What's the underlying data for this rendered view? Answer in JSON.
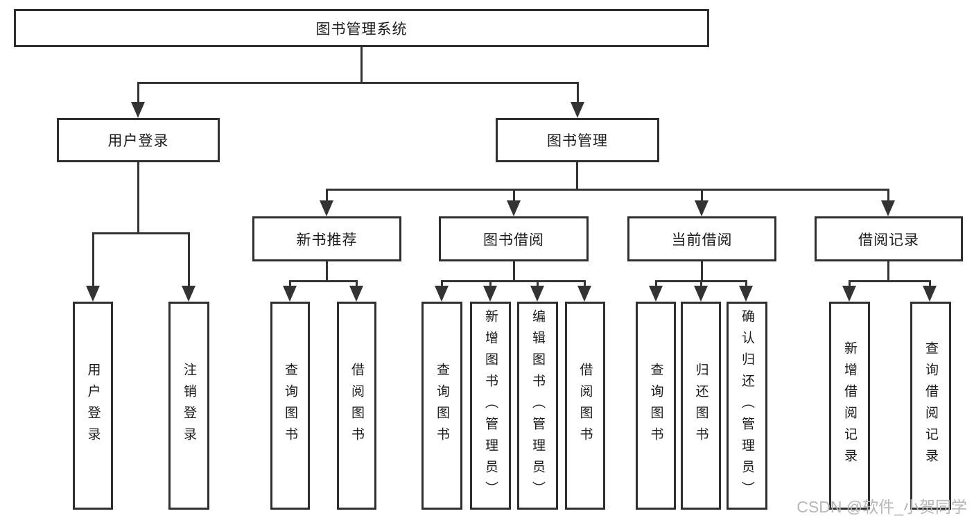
{
  "tree": {
    "label": "图书管理系统",
    "children": [
      {
        "label": "用户登录",
        "children": [
          {
            "label": "用户登录"
          },
          {
            "label": "注销登录"
          }
        ]
      },
      {
        "label": "图书管理",
        "children": [
          {
            "label": "新书推荐",
            "children": [
              {
                "label": "查询图书"
              },
              {
                "label": "借阅图书"
              }
            ]
          },
          {
            "label": "图书借阅",
            "children": [
              {
                "label": "查询图书"
              },
              {
                "label": "新增图书（管理员）"
              },
              {
                "label": "编辑图书（管理员）"
              },
              {
                "label": "借阅图书"
              }
            ]
          },
          {
            "label": "当前借阅",
            "children": [
              {
                "label": "查询图书"
              },
              {
                "label": "归还图书"
              },
              {
                "label": "确认归还（管理员）"
              }
            ]
          },
          {
            "label": "借阅记录",
            "children": [
              {
                "label": "新增借阅记录"
              },
              {
                "label": "查询借阅记录"
              }
            ]
          }
        ]
      }
    ]
  },
  "watermark": {
    "text": "CSDN @软件_小贺同学"
  },
  "colors": {
    "line": "#333333",
    "box_border": "#2e2e2e",
    "text": "#1b1b1b",
    "background": "#ffffff",
    "watermark": "#b6b6b6"
  }
}
